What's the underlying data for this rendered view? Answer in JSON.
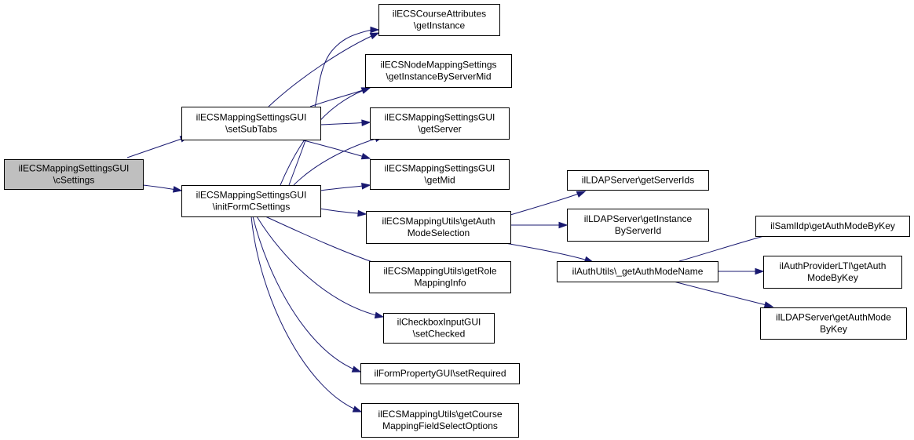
{
  "colors": {
    "edge": "#191970",
    "node_border": "#000000",
    "node_fill": "#ffffff",
    "root_fill": "#bfbfbf",
    "background": "#ffffff"
  },
  "nodes": [
    {
      "id": "root",
      "lines": [
        "ilECSMappingSettingsGUI",
        "\\cSettings"
      ],
      "highlight": true
    },
    {
      "id": "setSubTabs",
      "lines": [
        "ilECSMappingSettingsGUI",
        "\\setSubTabs"
      ]
    },
    {
      "id": "initForm",
      "lines": [
        "ilECSMappingSettingsGUI",
        "\\initFormCSettings"
      ]
    },
    {
      "id": "courseAttr",
      "lines": [
        "ilECSCourseAttributes",
        "\\getInstance"
      ]
    },
    {
      "id": "nodeMapping",
      "lines": [
        "ilECSNodeMappingSettings",
        "\\getInstanceByServerMid"
      ]
    },
    {
      "id": "getServer",
      "lines": [
        "ilECSMappingSettingsGUI",
        "\\getServer"
      ]
    },
    {
      "id": "getMid",
      "lines": [
        "ilECSMappingSettingsGUI",
        "\\getMid"
      ]
    },
    {
      "id": "authModeSel",
      "lines": [
        "ilECSMappingUtils\\getAuth",
        "ModeSelection"
      ]
    },
    {
      "id": "roleMapping",
      "lines": [
        "ilECSMappingUtils\\getRole",
        "MappingInfo"
      ]
    },
    {
      "id": "setChecked",
      "lines": [
        "ilCheckboxInputGUI",
        "\\setChecked"
      ]
    },
    {
      "id": "setRequired",
      "lines": [
        "ilFormPropertyGUI\\setRequired"
      ]
    },
    {
      "id": "courseMapping",
      "lines": [
        "ilECSMappingUtils\\getCourse",
        "MappingFieldSelectOptions"
      ]
    },
    {
      "id": "ldapIds",
      "lines": [
        "ilLDAPServer\\getServerIds"
      ]
    },
    {
      "id": "ldapInstance",
      "lines": [
        "ilLDAPServer\\getInstance",
        "ByServerId"
      ]
    },
    {
      "id": "authModeName",
      "lines": [
        "ilAuthUtils\\_getAuthModeName"
      ]
    },
    {
      "id": "saml",
      "lines": [
        "ilSamlIdp\\getAuthModeByKey"
      ]
    },
    {
      "id": "lti",
      "lines": [
        "ilAuthProviderLTI\\getAuth",
        "ModeByKey"
      ]
    },
    {
      "id": "ldapAuthMode",
      "lines": [
        "ilLDAPServer\\getAuthMode",
        "ByKey"
      ]
    }
  ],
  "edges": [
    {
      "from": "root",
      "to": "setSubTabs"
    },
    {
      "from": "root",
      "to": "initForm"
    },
    {
      "from": "setSubTabs",
      "to": "courseAttr"
    },
    {
      "from": "setSubTabs",
      "to": "nodeMapping"
    },
    {
      "from": "setSubTabs",
      "to": "getServer"
    },
    {
      "from": "setSubTabs",
      "to": "getMid"
    },
    {
      "from": "initForm",
      "to": "courseAttr"
    },
    {
      "from": "initForm",
      "to": "nodeMapping"
    },
    {
      "from": "initForm",
      "to": "getServer"
    },
    {
      "from": "initForm",
      "to": "getMid"
    },
    {
      "from": "initForm",
      "to": "authModeSel"
    },
    {
      "from": "initForm",
      "to": "roleMapping"
    },
    {
      "from": "initForm",
      "to": "setChecked"
    },
    {
      "from": "initForm",
      "to": "setRequired"
    },
    {
      "from": "initForm",
      "to": "courseMapping"
    },
    {
      "from": "authModeSel",
      "to": "ldapIds"
    },
    {
      "from": "authModeSel",
      "to": "ldapInstance"
    },
    {
      "from": "authModeSel",
      "to": "authModeName"
    },
    {
      "from": "authModeName",
      "to": "saml"
    },
    {
      "from": "authModeName",
      "to": "lti"
    },
    {
      "from": "authModeName",
      "to": "ldapAuthMode"
    }
  ]
}
